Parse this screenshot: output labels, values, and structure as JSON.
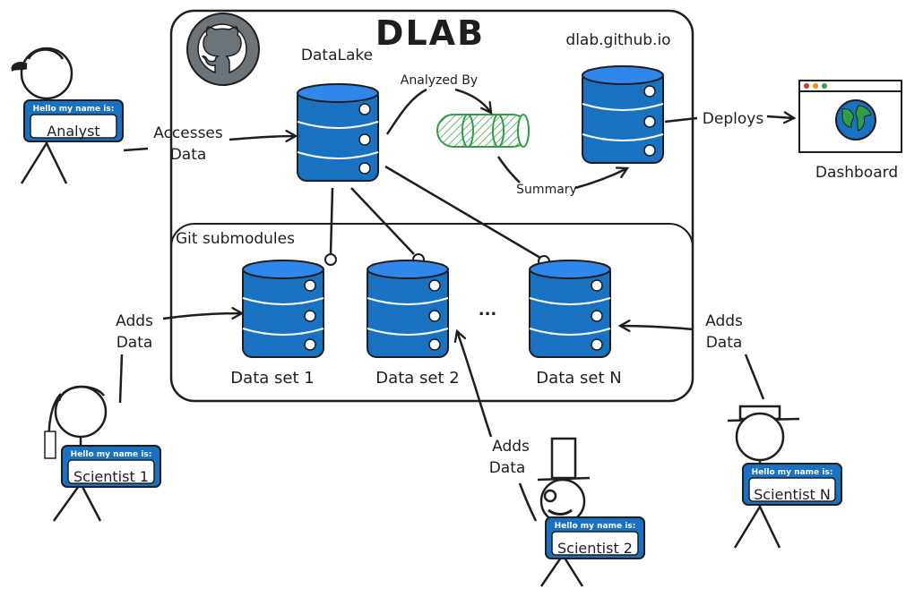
{
  "diagram": {
    "title": "DLAB",
    "site": "dlab.github.io",
    "datalake_label": "DataLake",
    "submodules_label": "Git submodules",
    "ellipsis": "...",
    "datasets": [
      "Data set 1",
      "Data set 2",
      "Data set N"
    ],
    "arrows": {
      "accesses": [
        "Accesses",
        "Data"
      ],
      "analyzed_by": "Analyzed By",
      "summary": "Summary",
      "deploys": "Deploys",
      "adds": [
        "Adds",
        "Data"
      ]
    },
    "dashboard_label": "Dashboard",
    "name_tag_header": "Hello my name is:",
    "people": [
      "Analyst",
      "Scientist 1",
      "Scientist 2",
      "Scientist N"
    ],
    "colors": {
      "db_fill": "#1971c2",
      "db_face": "#2f86eb",
      "tube": "#2f9e44",
      "globe": "#1971c2",
      "land": "#2f9e44",
      "github_circle": "#6c7479",
      "ink": "#1e1e1e"
    }
  }
}
